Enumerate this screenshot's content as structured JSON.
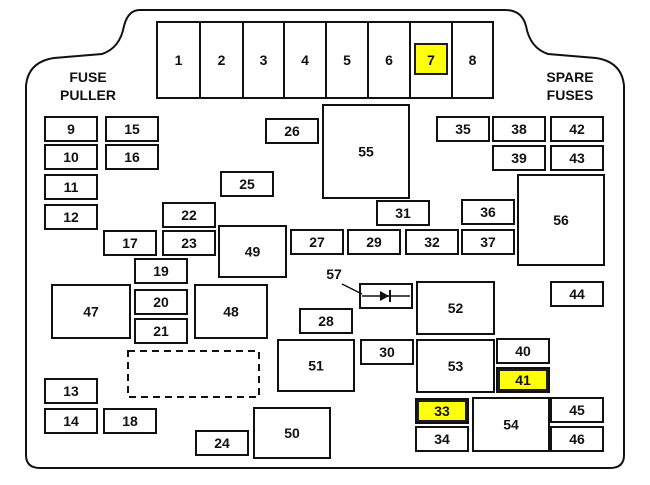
{
  "labels": {
    "fuse_puller_line1": "FUSE",
    "fuse_puller_line2": "PULLER",
    "spare_fuses_line1": "SPARE",
    "spare_fuses_line2": "FUSES"
  },
  "colors": {
    "highlight": "#ffff00",
    "stroke": "#111111",
    "fill": "#ffffff"
  },
  "highlighted": [
    "7",
    "41",
    "33"
  ],
  "fuses": [
    "1",
    "2",
    "3",
    "4",
    "5",
    "6",
    "7",
    "8",
    "9",
    "10",
    "11",
    "12",
    "13",
    "14",
    "15",
    "16",
    "17",
    "18",
    "19",
    "20",
    "21",
    "22",
    "23",
    "24",
    "25",
    "26",
    "27",
    "28",
    "29",
    "30",
    "31",
    "32",
    "33",
    "34",
    "35",
    "36",
    "37",
    "38",
    "39",
    "40",
    "41",
    "42",
    "43",
    "44",
    "45",
    "46",
    "47",
    "48",
    "49",
    "50",
    "51",
    "52",
    "53",
    "54",
    "55",
    "56",
    "57"
  ]
}
